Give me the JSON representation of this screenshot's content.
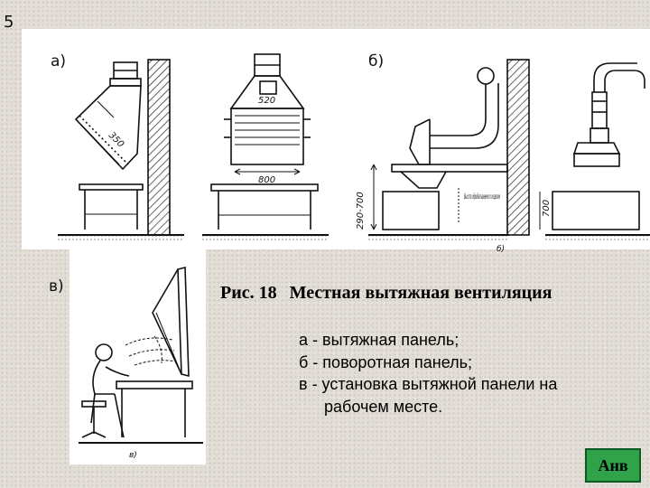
{
  "slide_number": "5",
  "figure": {
    "label_a": "а)",
    "label_b": "б)",
    "label_v": "в)",
    "dims": {
      "a_diag": "350",
      "b_top": "520",
      "b_width": "800",
      "b2_height": "290-700",
      "b2_note": "Высота обрабатываемого изделия",
      "b3_height": "700"
    },
    "corner_b": "б)",
    "corner_v": "в)"
  },
  "caption": {
    "fig_no": "Рис. 18",
    "title": "Местная вытяжная вентиляция"
  },
  "legend": [
    {
      "text": "а - вытяжная панель;"
    },
    {
      "text": "б - поворотная панель;"
    },
    {
      "text": "в - установка вытяжной панели на"
    }
  ],
  "legend_continuation": "рабочем месте.",
  "nav_button": {
    "label": "Анв",
    "color": "#2fa24a"
  }
}
